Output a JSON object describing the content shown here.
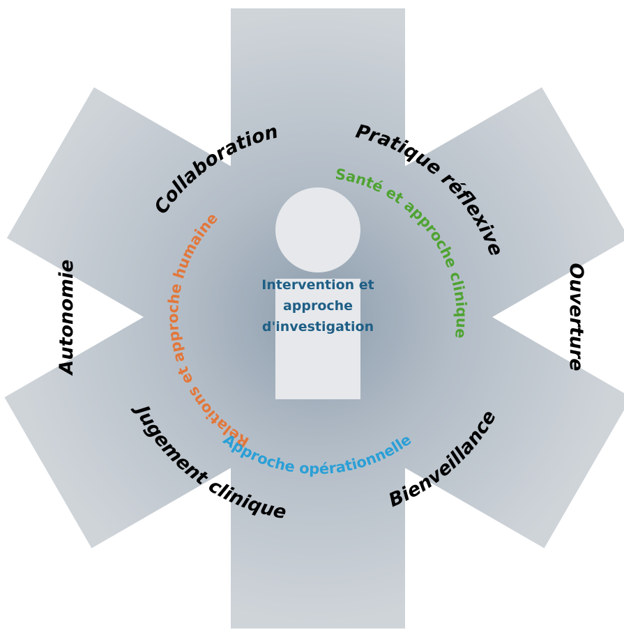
{
  "outer_labels": {
    "collaboration": "Collaboration",
    "pratique": "Pratique réflexive",
    "autonomie": "Autonomie",
    "ouverture": "Ouverture",
    "jugement": "Jugement clinique",
    "bienveillance": "Bienveillance"
  },
  "ring_labels": {
    "relations": "Relations et approche humaine",
    "sante": "Santé et approche clinique",
    "operationnelle": "Approche opérationnelle"
  },
  "center": {
    "line1": "Intervention et",
    "line2": "approche",
    "line3": "d'investigation"
  },
  "colors": {
    "star": "#c9ced4",
    "relations": "#e2773b",
    "sante": "#4fa332",
    "operationnelle": "#2b9fd6",
    "center_text": "#1f5f86",
    "person": "#e6e8eb"
  }
}
